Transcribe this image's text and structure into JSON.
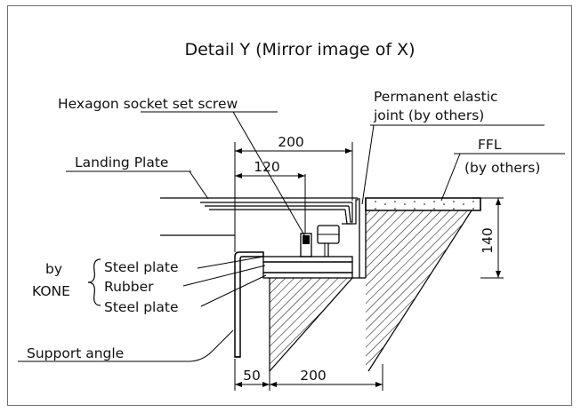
{
  "title": "Detail Y (Mirror image of X)",
  "labels": {
    "set_screw": "Hexagon socket set screw",
    "elastic_joint_line1": "Permanent elastic",
    "elastic_joint_line2": "joint (by others)",
    "ffl": "FFL",
    "ffl_by_others": "(by others)",
    "landing_plate": "Landing Plate",
    "by": "by",
    "kone": "KONE",
    "steel_plate_top": "Steel plate",
    "rubber": "Rubber",
    "steel_plate_bottom": "Steel plate",
    "support_angle": "Support angle"
  },
  "dimensions": {
    "top_200": "200",
    "top_120": "120",
    "right_140": "140",
    "bottom_50": "50",
    "bottom_200": "200"
  }
}
